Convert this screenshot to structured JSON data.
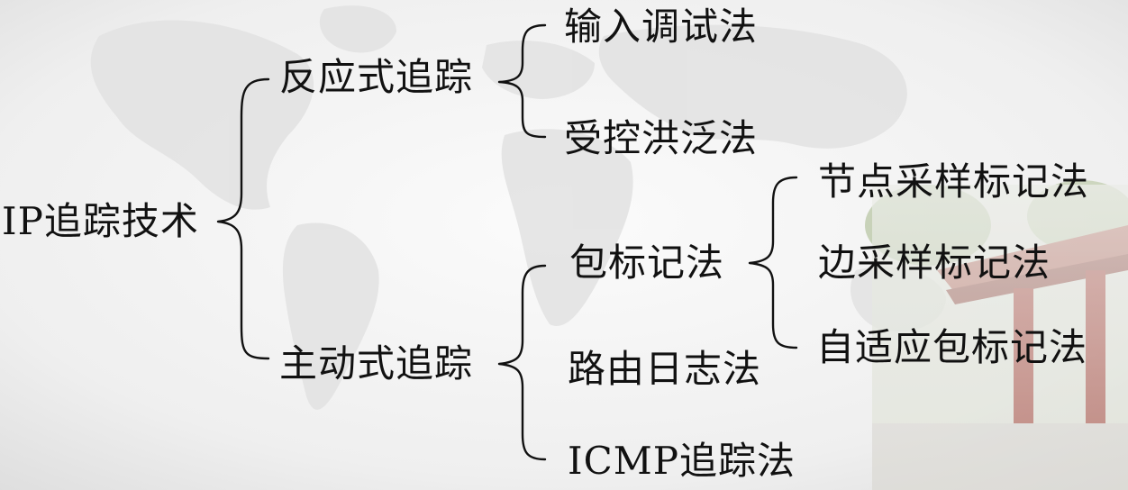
{
  "diagram": {
    "root": {
      "label": "IP追踪技术"
    },
    "reactive": {
      "label": "反应式追踪",
      "children": [
        "输入调试法",
        "受控洪泛法"
      ]
    },
    "active": {
      "label": "主动式追踪",
      "children": [
        "包标记法",
        "路由日志法",
        "ICMP追踪法"
      ]
    },
    "packet_marking": {
      "label": "包标记法",
      "children": [
        "节点采样标记法",
        "边采样标记法",
        "自适应包标记法"
      ]
    }
  },
  "colors": {
    "text": "#111111",
    "background_light": "#f6f6f6",
    "background_shade": "#dcdcdc",
    "map_land": "#e4e4e4"
  },
  "icons": {
    "background_map": "world-map",
    "corner_photo": "campus-gate-photo"
  }
}
